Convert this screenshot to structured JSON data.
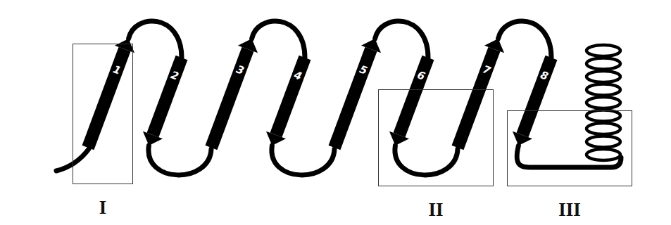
{
  "diagram": {
    "nodes": [
      {
        "text": [
          "I"
        ]
      },
      {
        "text": [
          "II"
        ]
      },
      {
        "text": [
          "III"
        ]
      }
    ],
    "labels": [
      "1",
      "2",
      "3",
      "4",
      "5",
      "6",
      "7",
      "8"
    ]
  }
}
